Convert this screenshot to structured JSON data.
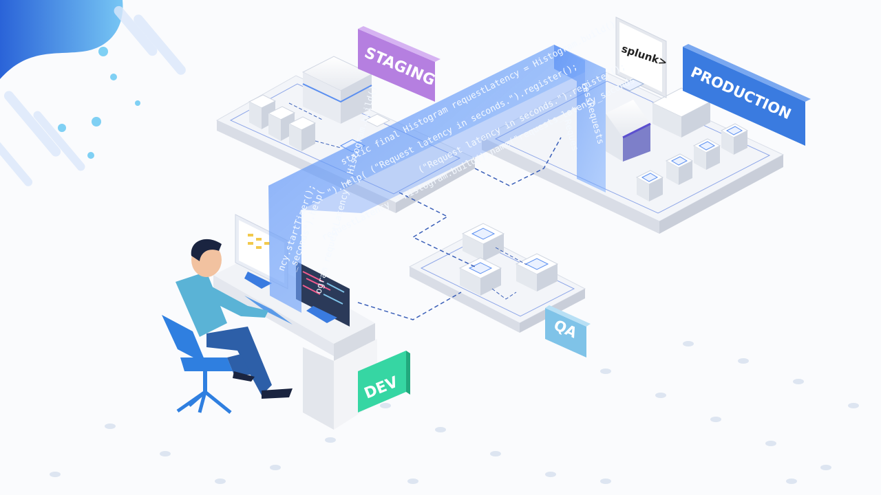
{
  "environments": {
    "staging": "STAGING",
    "production": "PRODUCTION",
    "qa": "QA",
    "dev": "DEV"
  },
  "brand": "splunk>",
  "code_lines": {
    "line1": "static final Histogram requestLatency = Histogram.build()",
    "line2": "(\"Request latency in seconds.\").register();",
    "line3": "(\"Request latency in seconds.\").register();",
    "line4": "requestLatency = Histogram.build().name(\"requests_latency_seconds",
    "line5": "\").help(",
    "line6": "ncy.startTimer();",
    "line7": "_seconds\").help(",
    "line8": "ogram requestLatency = Histogram.build()",
    "line9": "ressRequests",
    "line10": "Reques"
  },
  "colors": {
    "staging": "#b57fe0",
    "production": "#3a7be0",
    "qa": "#7fc3e8",
    "dev": "#36d6a3",
    "beam": "#5b8ff0"
  }
}
